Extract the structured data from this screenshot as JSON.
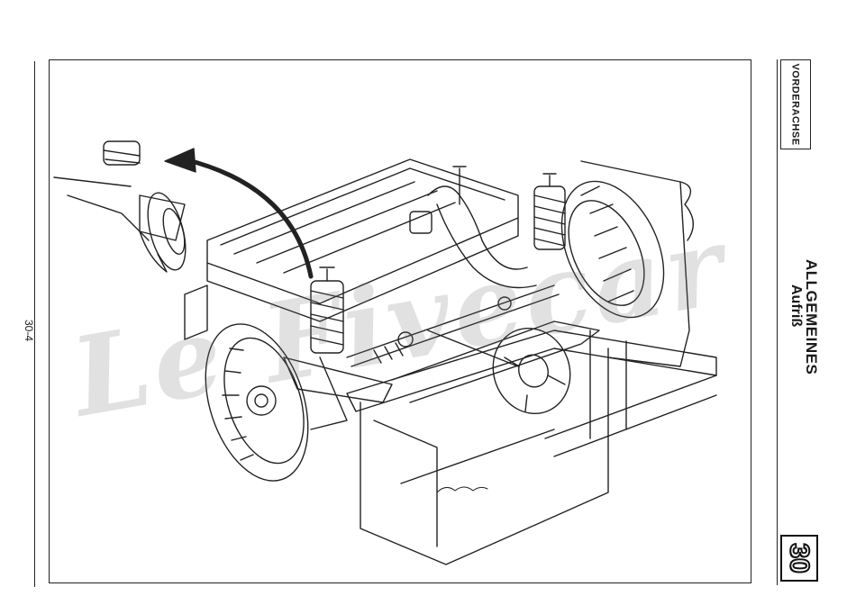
{
  "header": {
    "section_tag": "VORDERACHSE",
    "title": "ALLGEMEINES",
    "subtitle": "Aufriß",
    "chapter_number": "30"
  },
  "footer": {
    "page_number": "30-4"
  },
  "figure": {
    "watermark_text": "Le Fivecar",
    "arrow_icon": "curved-arrow-icon"
  }
}
